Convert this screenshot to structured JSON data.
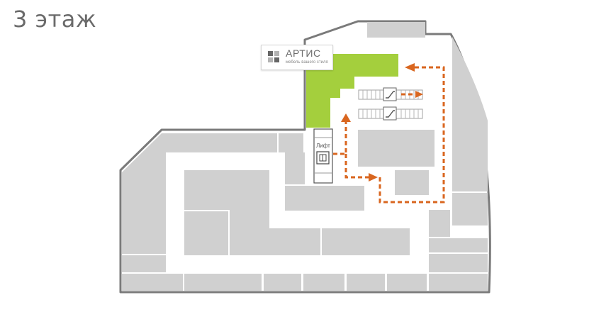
{
  "floor": {
    "title": "3 этаж"
  },
  "store": {
    "name": "АРТИС",
    "slogan": "мебель вашего стиля"
  },
  "lift": {
    "label": "Лифт"
  },
  "colors": {
    "store_highlight": "#a4cf3d",
    "route": "#d9661f",
    "unit": "#d0d0d0",
    "outline": "#7a7a7a",
    "logo_dark": "#666666",
    "logo_light": "#b3b3b3"
  }
}
